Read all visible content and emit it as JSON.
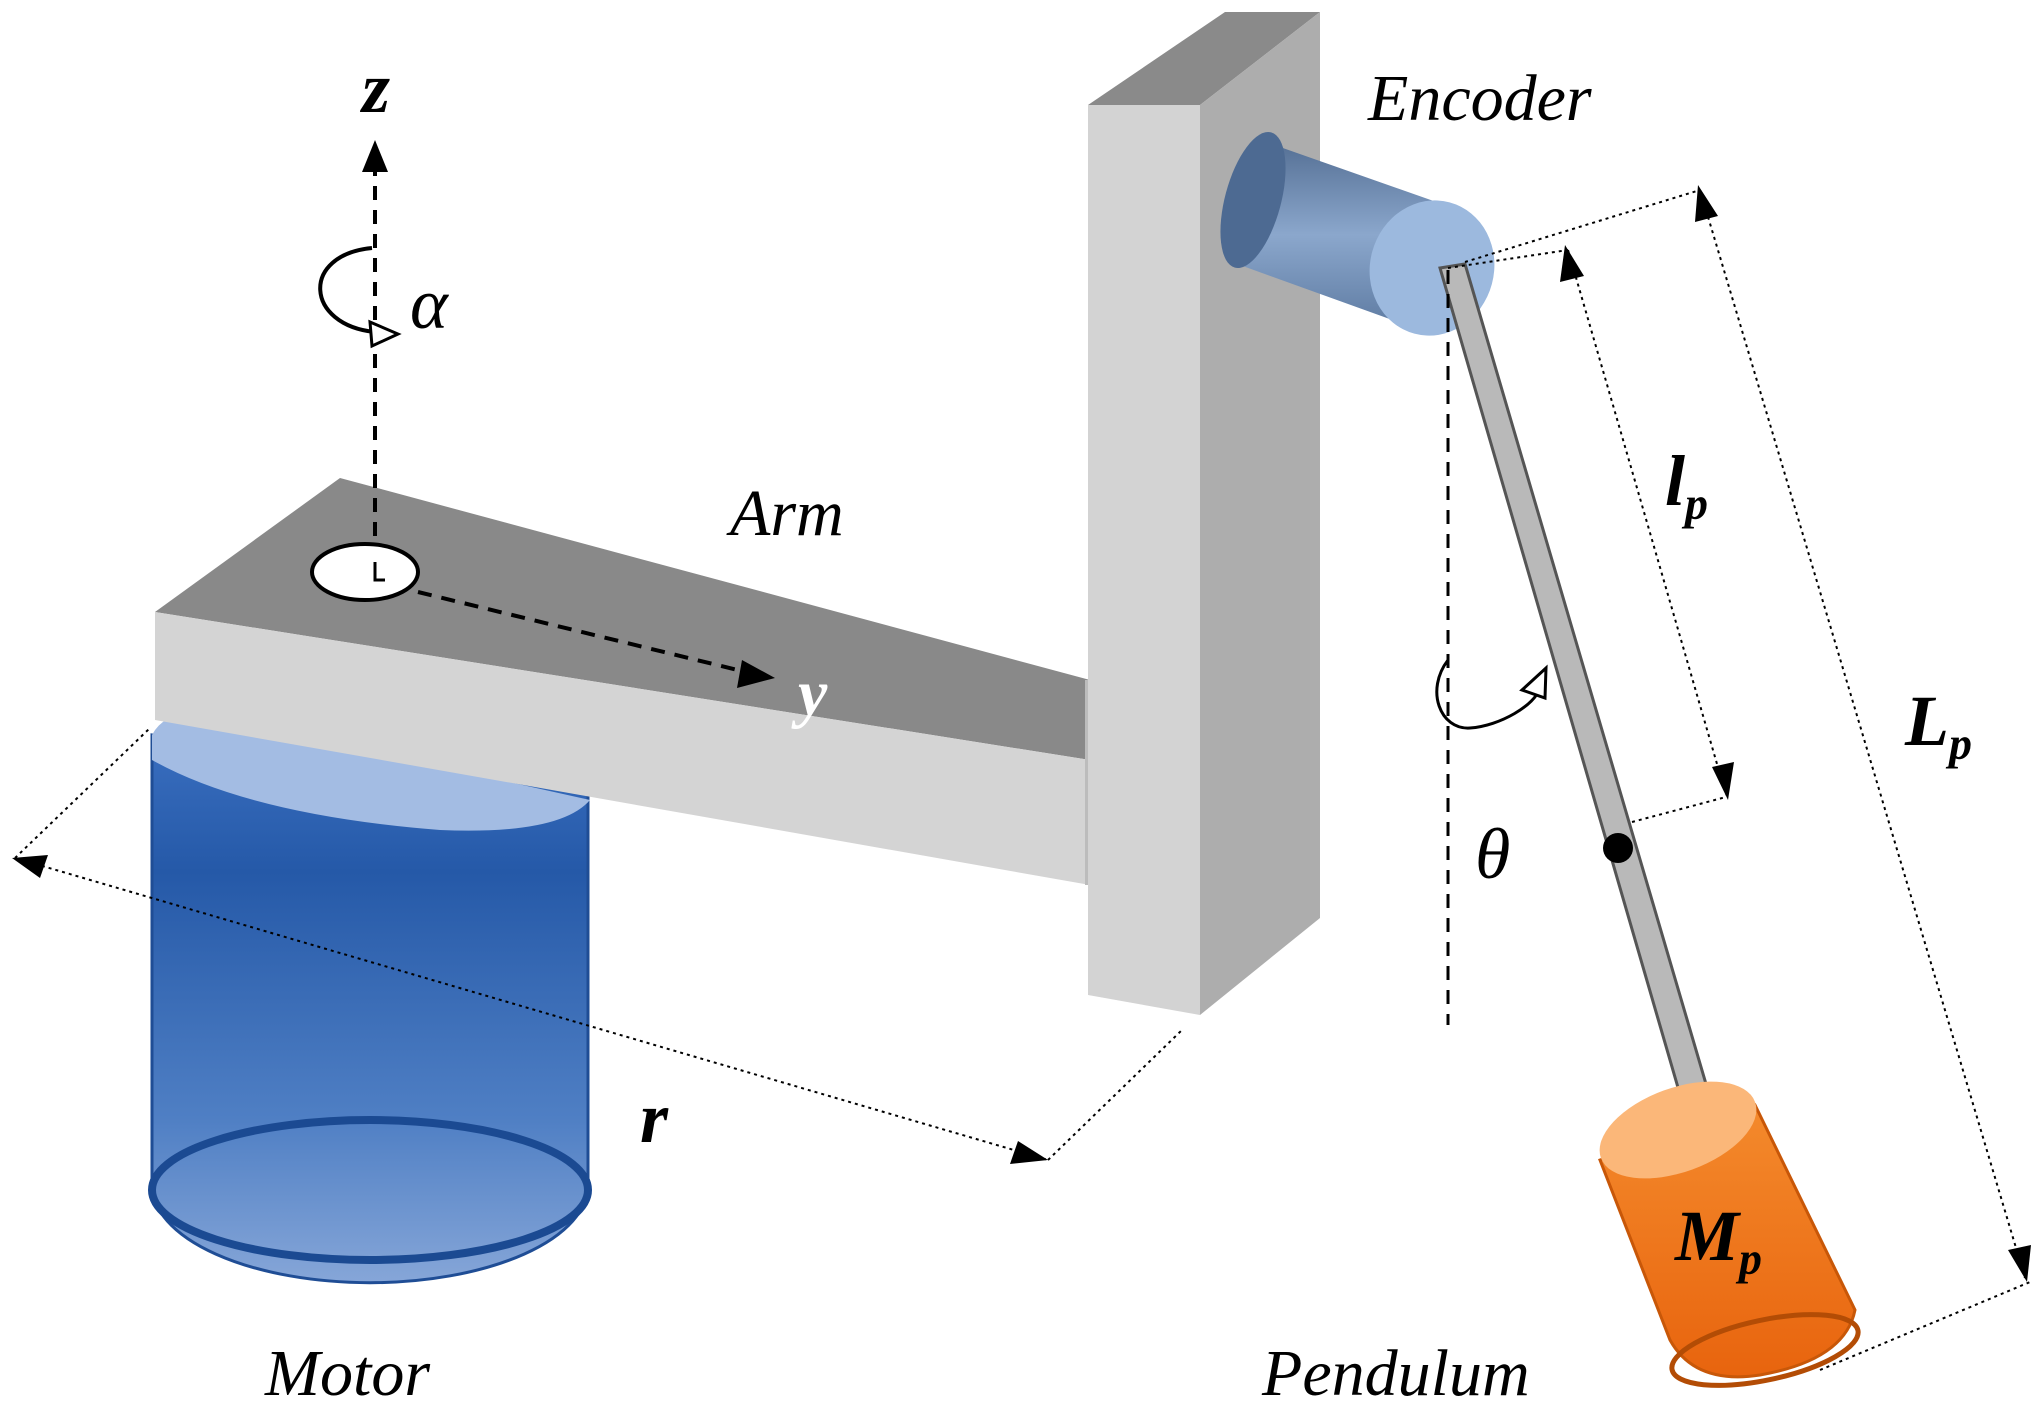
{
  "labels": {
    "encoder": "Encoder",
    "arm": "Arm",
    "motor": "Motor",
    "pendulum": "Pendulum"
  },
  "symbols": {
    "z_axis": "z",
    "y_axis": "y",
    "alpha": "α",
    "theta": "θ",
    "r": "r",
    "l_main": "l",
    "l_sub": "p",
    "L_main": "L",
    "L_sub": "p",
    "M_main": "M",
    "M_sub": "p"
  },
  "colors": {
    "motor_blue": "#2e62b0",
    "motor_top": "#9cb6df",
    "arm_top": "#8a8a8a",
    "arm_front": "#d0d0d0",
    "pendulum_mass": "#f07a1a",
    "encoder": "#6f8fb6",
    "rod": "#b8b8b8"
  }
}
